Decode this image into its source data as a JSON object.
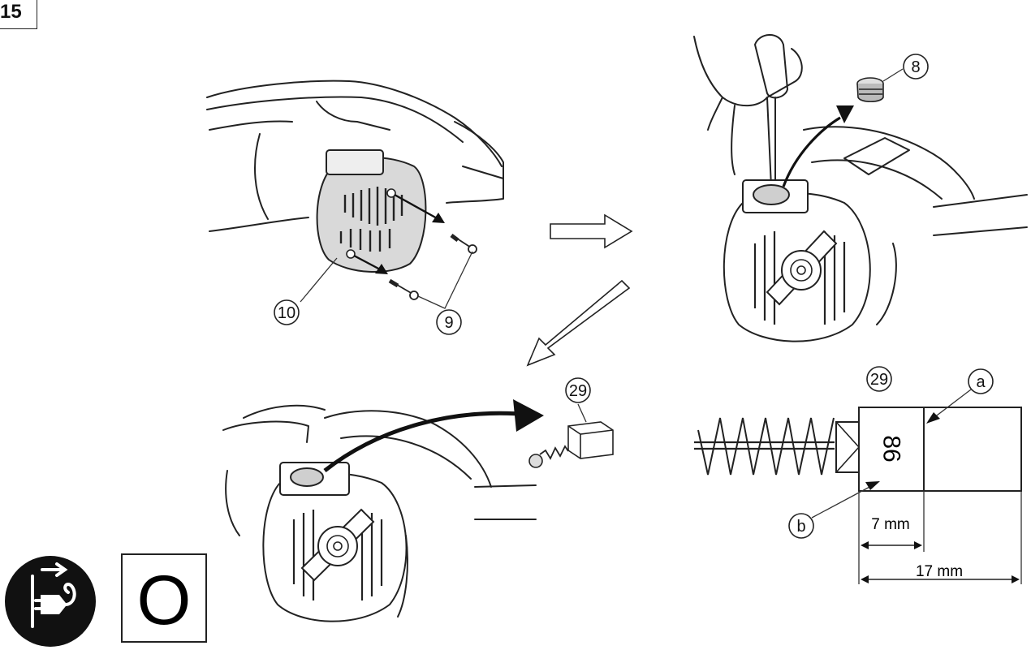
{
  "figure_number": "15",
  "callouts": {
    "c10": "10",
    "c9": "9",
    "c8": "8",
    "c29_top": "29",
    "c29_detail": "29",
    "ca": "a",
    "cb": "b"
  },
  "brush": {
    "marking": "86",
    "dim_small": "7 mm",
    "dim_large": "17 mm"
  },
  "switch_position": "O",
  "icons": [
    "unplug-icon",
    "switch-off-icon",
    "flow-arrow-icon"
  ]
}
